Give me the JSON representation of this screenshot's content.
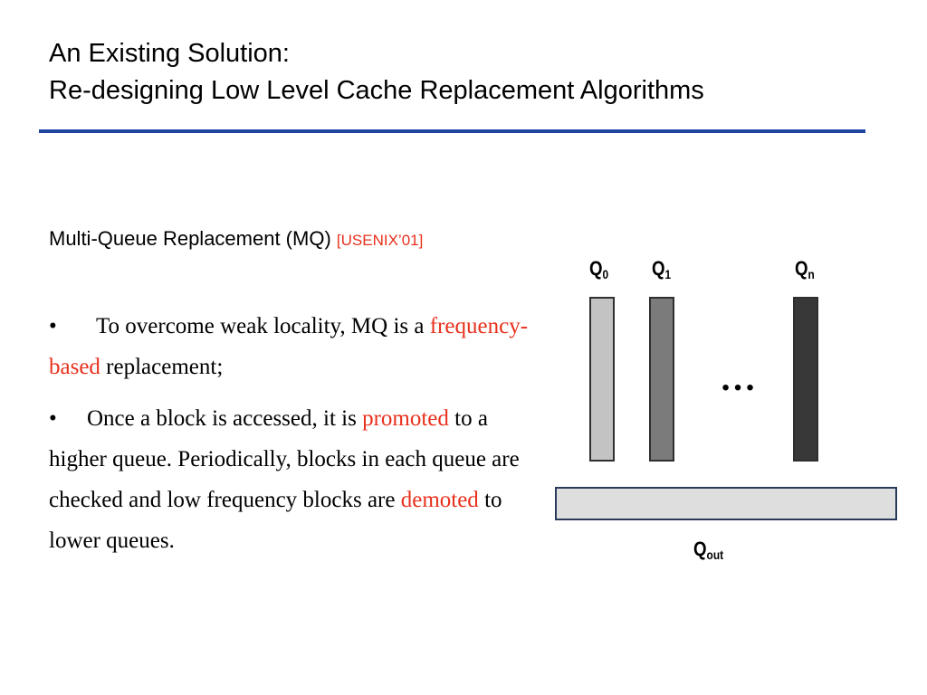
{
  "title": {
    "line1": "An Existing Solution:",
    "line2": "Re-designing Low Level Cache Replacement Algorithms"
  },
  "colors": {
    "rule": "#1f45a3",
    "highlight": "#e8301c",
    "q0_fill": "#c3c3c3",
    "q1_fill": "#7b7b7b",
    "qn_fill": "#383838",
    "qout_fill": "#dedede"
  },
  "subtitle": {
    "text": "Multi-Queue Replacement (MQ)",
    "citation": "[USENIX’01]"
  },
  "bullets": [
    {
      "marker": "•",
      "part1": "To overcome weak locality, MQ is a",
      "highlight": "frequency-based",
      "part2": "replacement;"
    },
    {
      "marker": "•",
      "part1": "Once a block is accessed, it is",
      "highlight1": "promoted",
      "part2": "to a higher queue. Periodically, blocks in each queue are checked and low frequency blocks are",
      "highlight2": "demoted",
      "part3": "to lower queues."
    }
  ],
  "diagram": {
    "queues": [
      {
        "base": "Q",
        "sub": "0"
      },
      {
        "base": "Q",
        "sub": "1"
      },
      {
        "base": "Q",
        "sub": "n"
      }
    ],
    "ellipsis": "…",
    "out_queue": {
      "base": "Q",
      "sub": "out"
    }
  }
}
